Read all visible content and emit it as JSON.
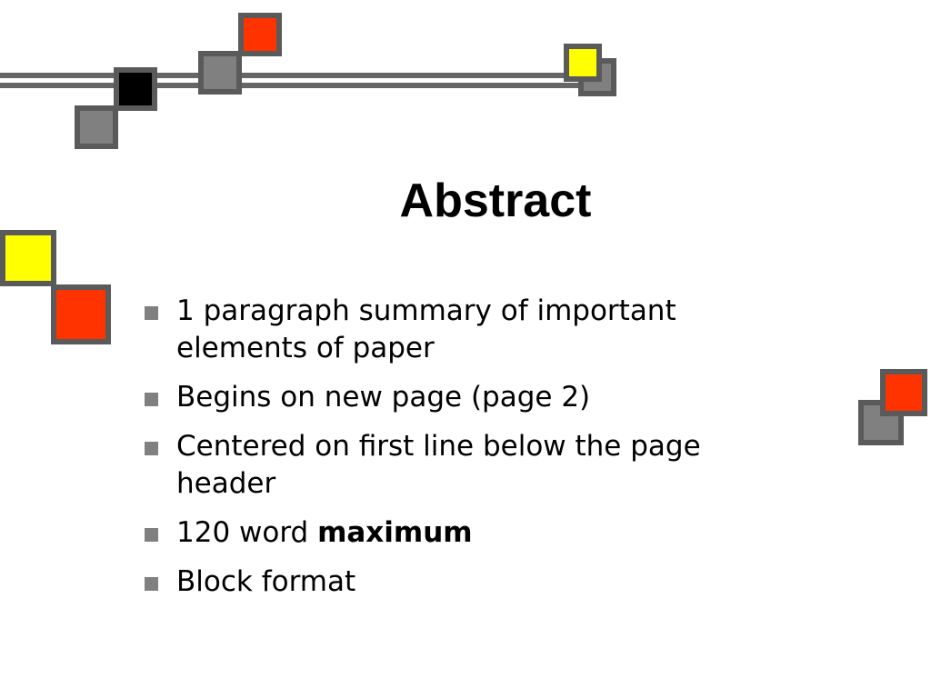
{
  "slide": {
    "title": "Abstract",
    "bullets": [
      {
        "text": "1 paragraph summary of important elements of paper"
      },
      {
        "text": "Begins on new page (page 2)"
      },
      {
        "text": "Centered on first line below the page header"
      },
      {
        "text": "120 word ",
        "bold_text": "maximum"
      },
      {
        "text": "Block format"
      }
    ]
  },
  "decor": {
    "colors": {
      "red": "#ff3300",
      "yellow": "#ffff00",
      "gray": "#808080",
      "black": "#000000",
      "border": "#5a5a5a"
    }
  }
}
